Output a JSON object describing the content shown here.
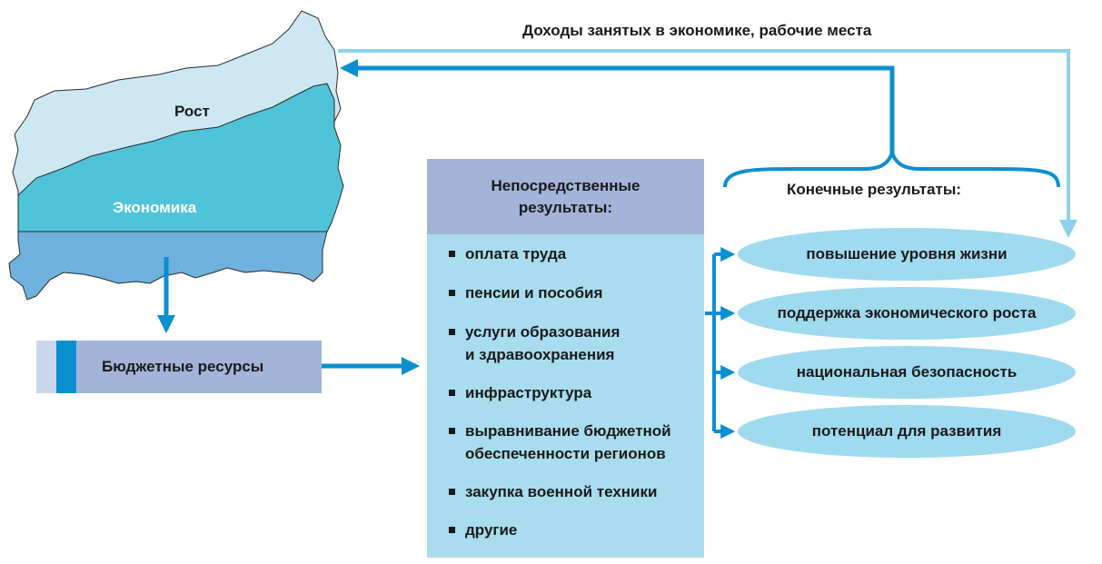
{
  "labels": {
    "top_flow": "Доходы занятых в экономике, рабочие места",
    "growth": "Рост",
    "economy": "Экономика",
    "budget_resources": "Бюджетные ресурсы",
    "direct_results_line1": "Непосредственные",
    "direct_results_line2": "результаты:",
    "final_results": "Конечные результаты:"
  },
  "direct_results_items": [
    {
      "line1": "оплата труда",
      "line2": ""
    },
    {
      "line1": "пенсии и пособия",
      "line2": ""
    },
    {
      "line1": "услуги образования",
      "line2": "и здравоохранения"
    },
    {
      "line1": "инфраструктура",
      "line2": ""
    },
    {
      "line1": "выравнивание бюджетной",
      "line2": "обеспеченности регионов"
    },
    {
      "line1": "закупка военной техники",
      "line2": ""
    },
    {
      "line1": "другие",
      "line2": ""
    }
  ],
  "final_results_items": [
    "повышение уровня жизни",
    "поддержка экономического роста",
    "национальная безопасность",
    "потенциал для развития"
  ],
  "colors": {
    "light_blue": "#cde8f2",
    "teal": "#4fc4d9",
    "mid_blue": "#6fb2de",
    "arrow_dark": "#0a8fd0",
    "arrow_light": "#8fd0ea",
    "box_lavender": "#a3b4d8",
    "box_light": "#a8dcee"
  }
}
